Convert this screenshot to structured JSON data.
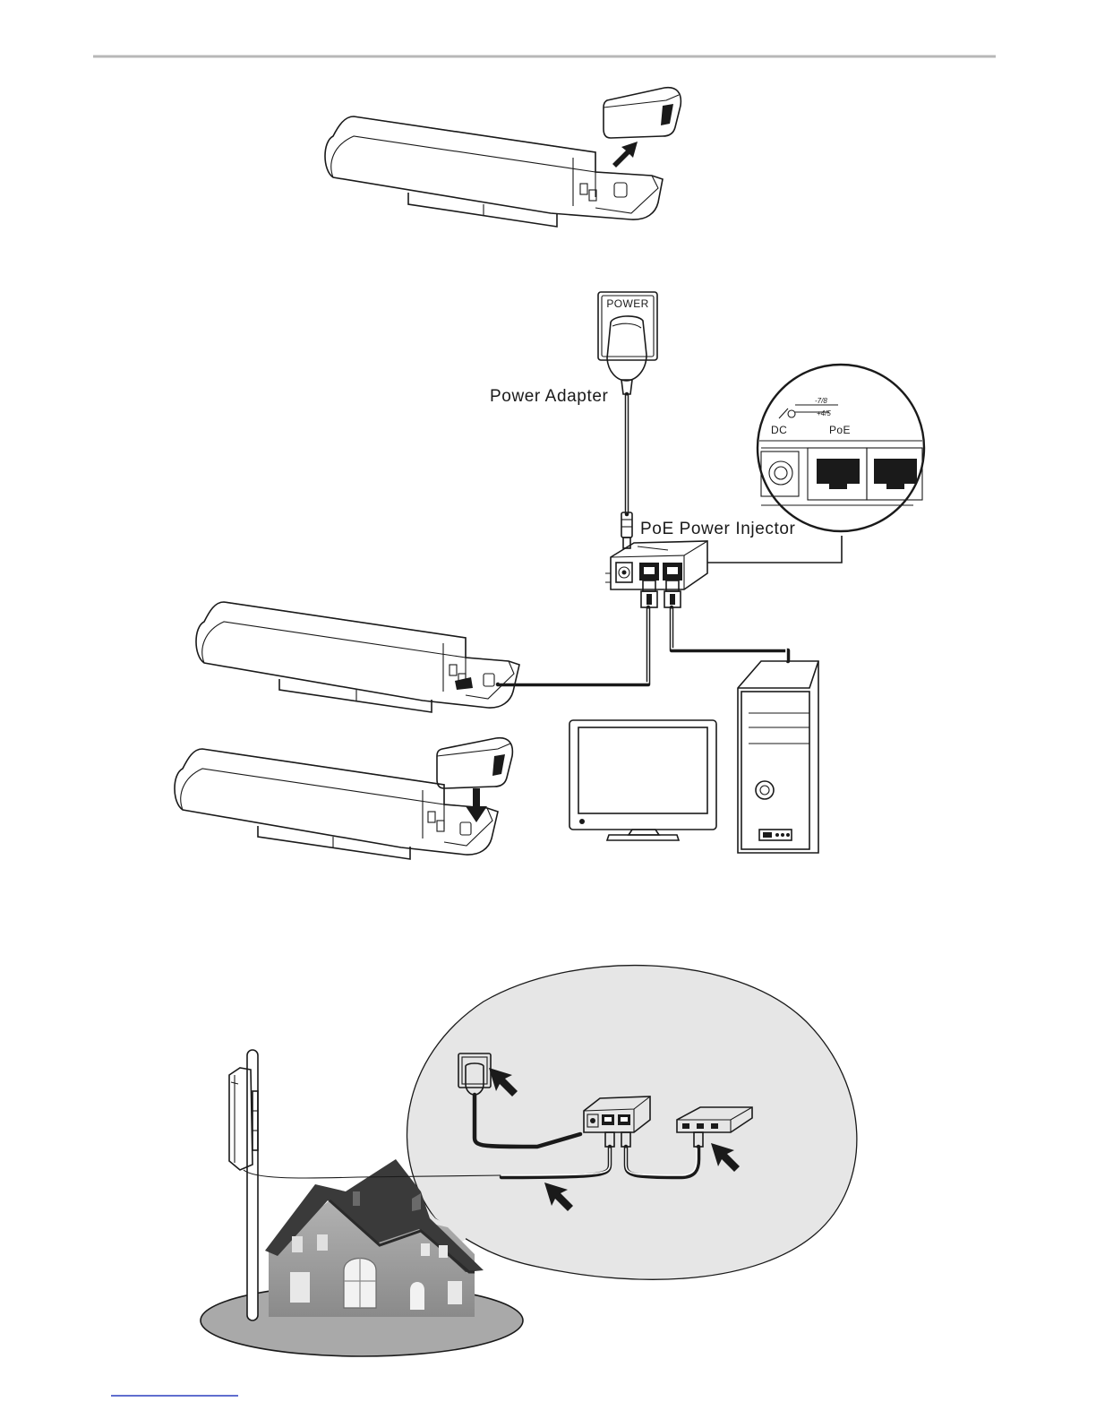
{
  "labels": {
    "power_socket": "POWER",
    "power_adapter": "Power Adapter",
    "poe_injector": "PoE Power Injector",
    "dc_port": "DC",
    "poe_port": "PoE",
    "polarity_top": "-7/8",
    "polarity_bottom": "+4/5"
  },
  "colors": {
    "line": "#1a1a1a",
    "header_rule": "#b8b8b8",
    "bubble_fill": "#e6e6e6",
    "ground_fill": "#a9a9a9",
    "house_wall": "#9c9c9c",
    "house_roof": "#3a3a3a",
    "footer_link": "#2b3fbf"
  },
  "icons": {
    "upload_arrow": "up-arrow-icon",
    "install_arrow": "down-arrow-icon",
    "pointer_arrow": "pointer-arrow-icon"
  }
}
